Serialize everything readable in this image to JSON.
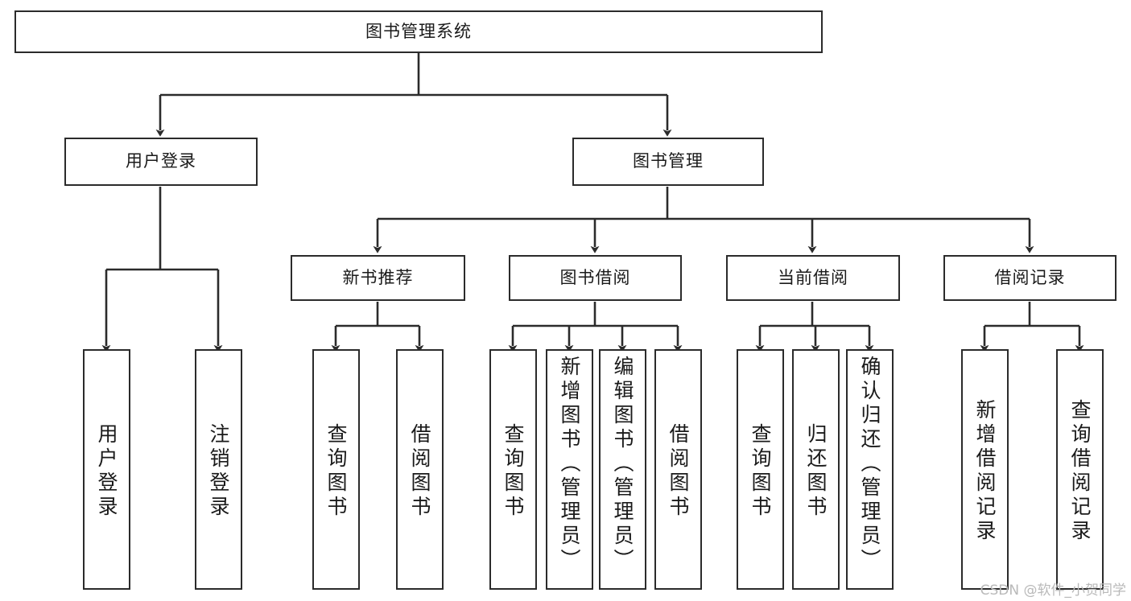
{
  "diagram": {
    "title": "图书管理系统",
    "watermark": "CSDN @软件_小贺同学",
    "root": {
      "label": "图书管理系统"
    },
    "level2": [
      {
        "label": "用户登录"
      },
      {
        "label": "图书管理"
      }
    ],
    "level3": [
      {
        "label": "新书推荐"
      },
      {
        "label": "图书借阅"
      },
      {
        "label": "当前借阅"
      },
      {
        "label": "借阅记录"
      }
    ],
    "leaves": {
      "user_login": [
        {
          "label": "用户登录"
        },
        {
          "label": "注销登录"
        }
      ],
      "new_book_recommend": [
        {
          "label": "查询图书"
        },
        {
          "label": "借阅图书"
        }
      ],
      "book_borrow": [
        {
          "label": "查询图书"
        },
        {
          "label": "新增图书（管理员）"
        },
        {
          "label": "编辑图书（管理员）"
        },
        {
          "label": "借阅图书"
        }
      ],
      "current_borrow": [
        {
          "label": "查询图书"
        },
        {
          "label": "归还图书"
        },
        {
          "label": "确认归还（管理员）"
        }
      ],
      "borrow_records": [
        {
          "label": "新增借阅记录"
        },
        {
          "label": "查询借阅记录"
        }
      ]
    },
    "colors": {
      "stroke": "#2b2b2b",
      "fill": "#ffffff",
      "text": "#1a1a1a",
      "watermark": "#b9b9b9"
    }
  }
}
